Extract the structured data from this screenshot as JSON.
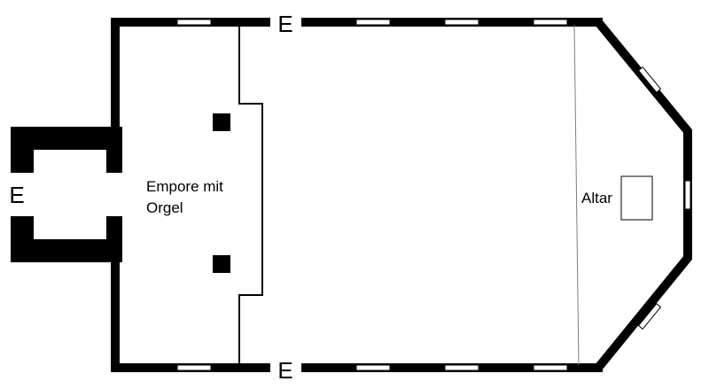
{
  "floor_plan": {
    "labels": {
      "entrance_top": "E",
      "entrance_bottom": "E",
      "entrance_left": "E",
      "gallery_line1": "Empore mit",
      "gallery_line2": "Orgel",
      "altar": "Altar"
    },
    "colors": {
      "wall": "#000000",
      "window": "#ffffff",
      "background": "#ffffff",
      "thin_line": "#7f7f7f"
    }
  }
}
